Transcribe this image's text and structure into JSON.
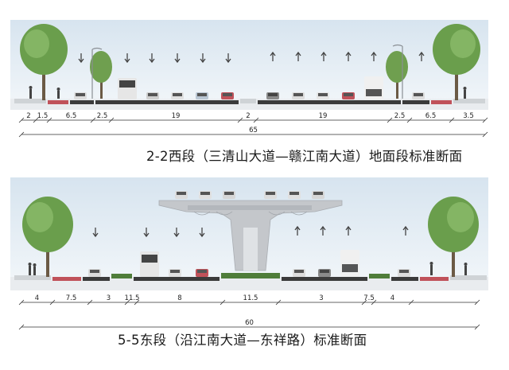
{
  "sections": [
    {
      "id": "2-2",
      "caption": "2-2西段（三清山大道—赣江南大道）地面段标准断面",
      "widths": [
        "2",
        "1.5",
        "6.5",
        "2.5",
        "19",
        "2",
        "19",
        "2.5",
        "6.5",
        "3.5"
      ],
      "total": "65"
    },
    {
      "id": "5-5",
      "caption": "5-5东段（沿江南大道—东祥路）标准断面",
      "widths": [
        "4",
        "7.5",
        "3",
        "11.5",
        "8",
        "11.5",
        "3",
        "7.5",
        "4"
      ],
      "total": "60"
    }
  ],
  "colors": {
    "sky_top": "#dfe9f2",
    "sky_bottom": "#f2f6fa",
    "road": "#3b3b3b",
    "bike_lane": "#c0525a",
    "median_green": "#4f7d3a",
    "bridge": "#c4c7cb",
    "tree": "#6a9e4c"
  }
}
